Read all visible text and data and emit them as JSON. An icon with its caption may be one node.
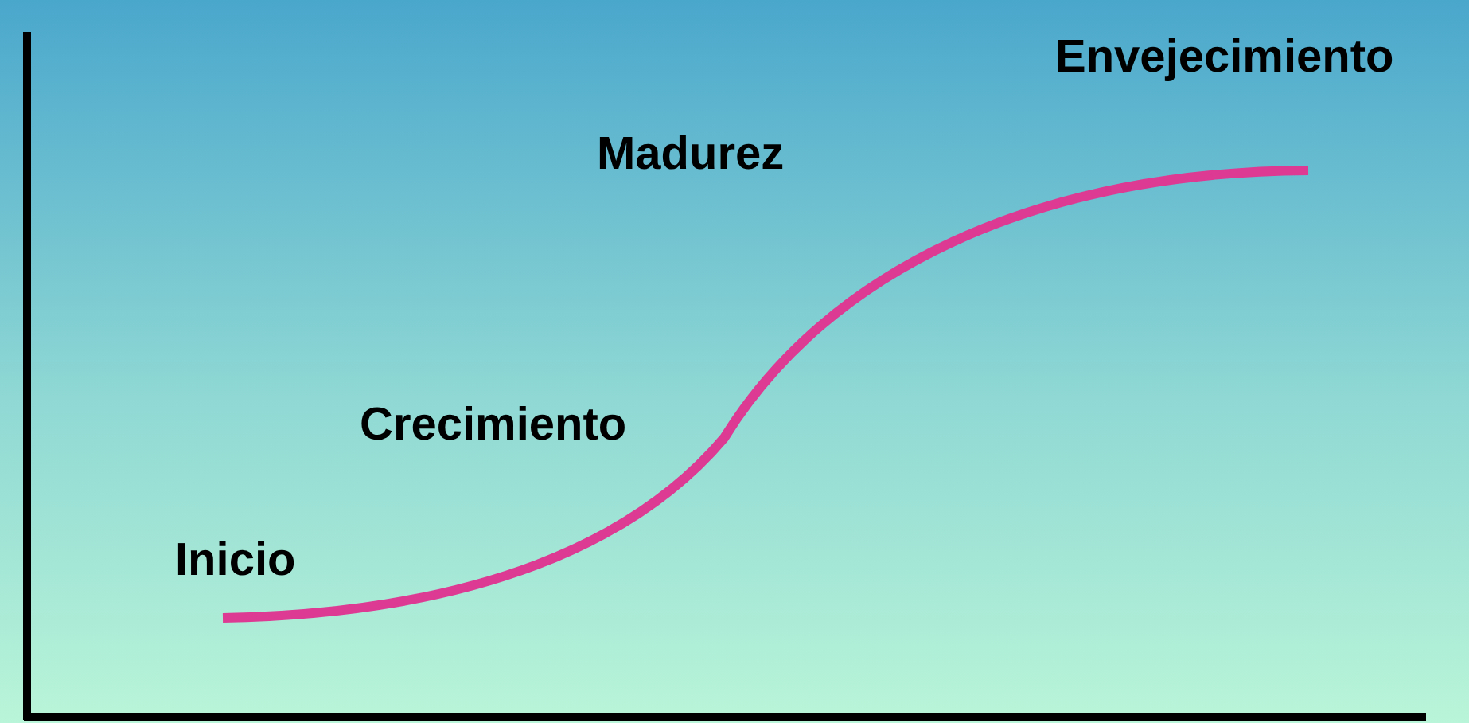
{
  "diagram": {
    "labels": [
      "Envejecimiento",
      "Madurez",
      "Crecimiento",
      "Inicio"
    ]
  }
}
